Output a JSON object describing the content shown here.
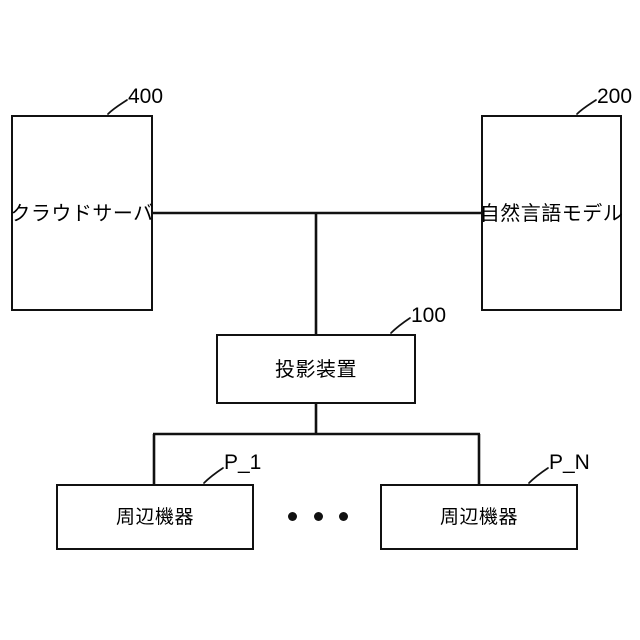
{
  "figure": {
    "type": "patent-block-diagram",
    "background_color": "#ffffff",
    "line_color": "#111111",
    "text_color": "#000000"
  },
  "nodes": {
    "cloud_server": {
      "label": "クラウドサーバ",
      "ref": "400"
    },
    "language_model": {
      "label": "自然言語モデル",
      "ref": "200"
    },
    "projector": {
      "label": "投影装置",
      "ref": "100"
    },
    "peripheral_first": {
      "label": "周辺機器",
      "ref": "P_1"
    },
    "peripheral_last": {
      "label": "周辺機器",
      "ref": "P_N"
    }
  },
  "ellipsis": {
    "name": "horizontal-ellipsis",
    "dots": 3
  },
  "connections": [
    {
      "name": "cloud-server-to-language-model-bus",
      "from": "cloud_server",
      "to": "language_model",
      "style": "horizontal-line"
    },
    {
      "name": "bus-to-projector",
      "from": "cloud-server-to-language-model-bus",
      "to": "projector",
      "style": "vertical-line"
    },
    {
      "name": "projector-to-peripheral-bus",
      "from": "projector",
      "to": "peripheral-bus",
      "style": "vertical-line"
    },
    {
      "name": "peripheral-bus-to-peripheral-first",
      "from": "peripheral-bus",
      "to": "peripheral_first",
      "style": "vertical-line"
    },
    {
      "name": "peripheral-bus-to-peripheral-last",
      "from": "peripheral-bus",
      "to": "peripheral_last",
      "style": "vertical-line"
    }
  ]
}
